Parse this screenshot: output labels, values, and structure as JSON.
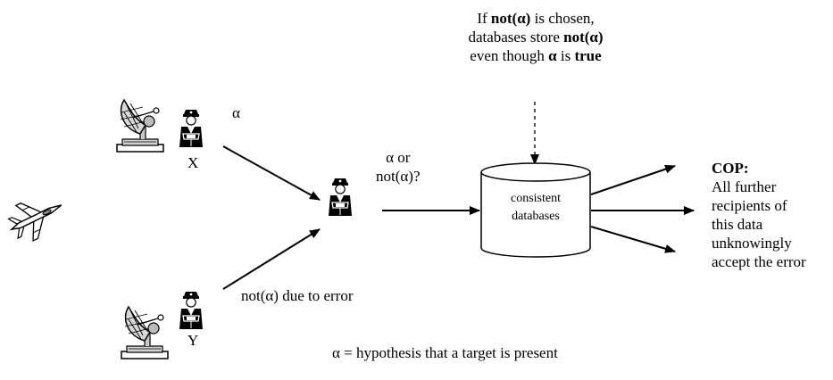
{
  "note": {
    "line1_pre": "If ",
    "line1_bold": "not(α)",
    "line1_post": " is chosen,",
    "line2_pre": "databases store ",
    "line2_bold": "not(α)",
    "line3_pre": "even though ",
    "line3_bold_alpha": "α",
    "line3_mid": " is ",
    "line3_bold_true": "true"
  },
  "labels": {
    "operator_x": "X",
    "operator_y": "Y",
    "alpha": "α",
    "question_line1": "α or",
    "question_line2": "not(α)?",
    "error_report": "not(α) due to error",
    "database_line1": "consistent",
    "database_line2": "databases"
  },
  "cop": {
    "title": "COP:",
    "lines": [
      "All further",
      "recipients of",
      "this data",
      "unknowingly",
      "accept the error"
    ]
  },
  "definition": "α = hypothesis that a target is present",
  "icons": {
    "aircraft": "fighter-jet-icon",
    "radar": "radar-dish-icon",
    "operator": "uniformed-officer-icon",
    "database": "database-cylinder-icon"
  }
}
